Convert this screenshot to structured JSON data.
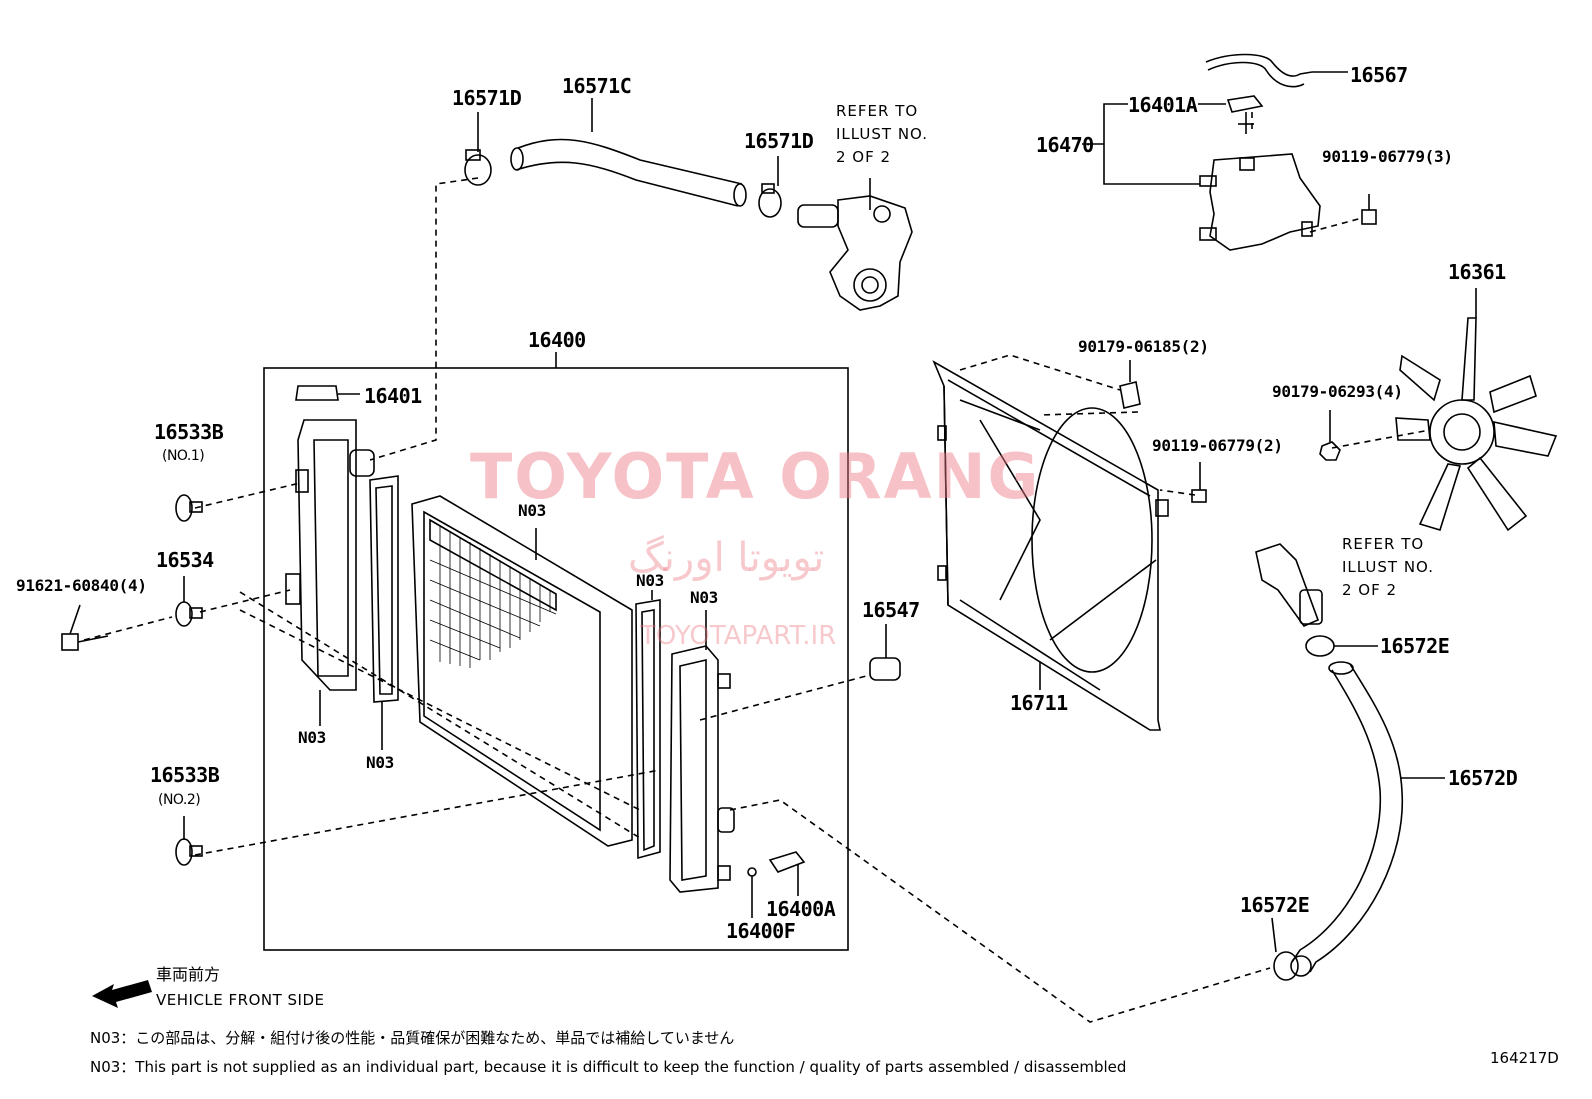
{
  "parts": {
    "p16571D_a": "16571D",
    "p16571C": "16571C",
    "p16571D_b": "16571D",
    "p16567": "16567",
    "p16401A": "16401A",
    "p16470": "16470",
    "p90119_06779_3": "90119-06779(3)",
    "p16361": "16361",
    "p16400": "16400",
    "p16401": "16401",
    "p16533B_no1": "16533B",
    "p16533B_no1_sub": "(NO.1)",
    "p16534": "16534",
    "p91621_60840": "91621-60840(4)",
    "p16533B_no2": "16533B",
    "p16533B_no2_sub": "(NO.2)",
    "p90179_06185": "90179-06185(2)",
    "p90179_06293": "90179-06293(4)",
    "p90119_06779_2": "90119-06779(2)",
    "p16547": "16547",
    "p16711": "16711",
    "p16572E_a": "16572E",
    "p16572D": "16572D",
    "p16572E_b": "16572E",
    "p16400A": "16400A",
    "p16400F": "16400F",
    "n03_a": "N03",
    "n03_b": "N03",
    "n03_c": "N03",
    "n03_d": "N03",
    "n03_e": "N03"
  },
  "refer_1": [
    "REFER TO",
    "ILLUST NO.",
    "2 OF 2"
  ],
  "refer_2": [
    "REFER TO",
    "ILLUST NO.",
    "2 OF 2"
  ],
  "watermark": {
    "main": "TOYOTA ORANG",
    "farsi": "تویوتا اورنگ",
    "url": "TOYOTAPART.IR",
    "color": "#eb7882"
  },
  "front": {
    "jp": "車両前方",
    "en": "VEHICLE FRONT SIDE"
  },
  "notes": {
    "jp": "N03：この部品は、分解・組付け後の性能・品質確保が困難なため、単品では補給していません",
    "en": "N03：This part is not supplied as an individual part, because it is difficult to keep the function / quality of parts assembled / disassembled"
  },
  "diagram_code": "164217D"
}
